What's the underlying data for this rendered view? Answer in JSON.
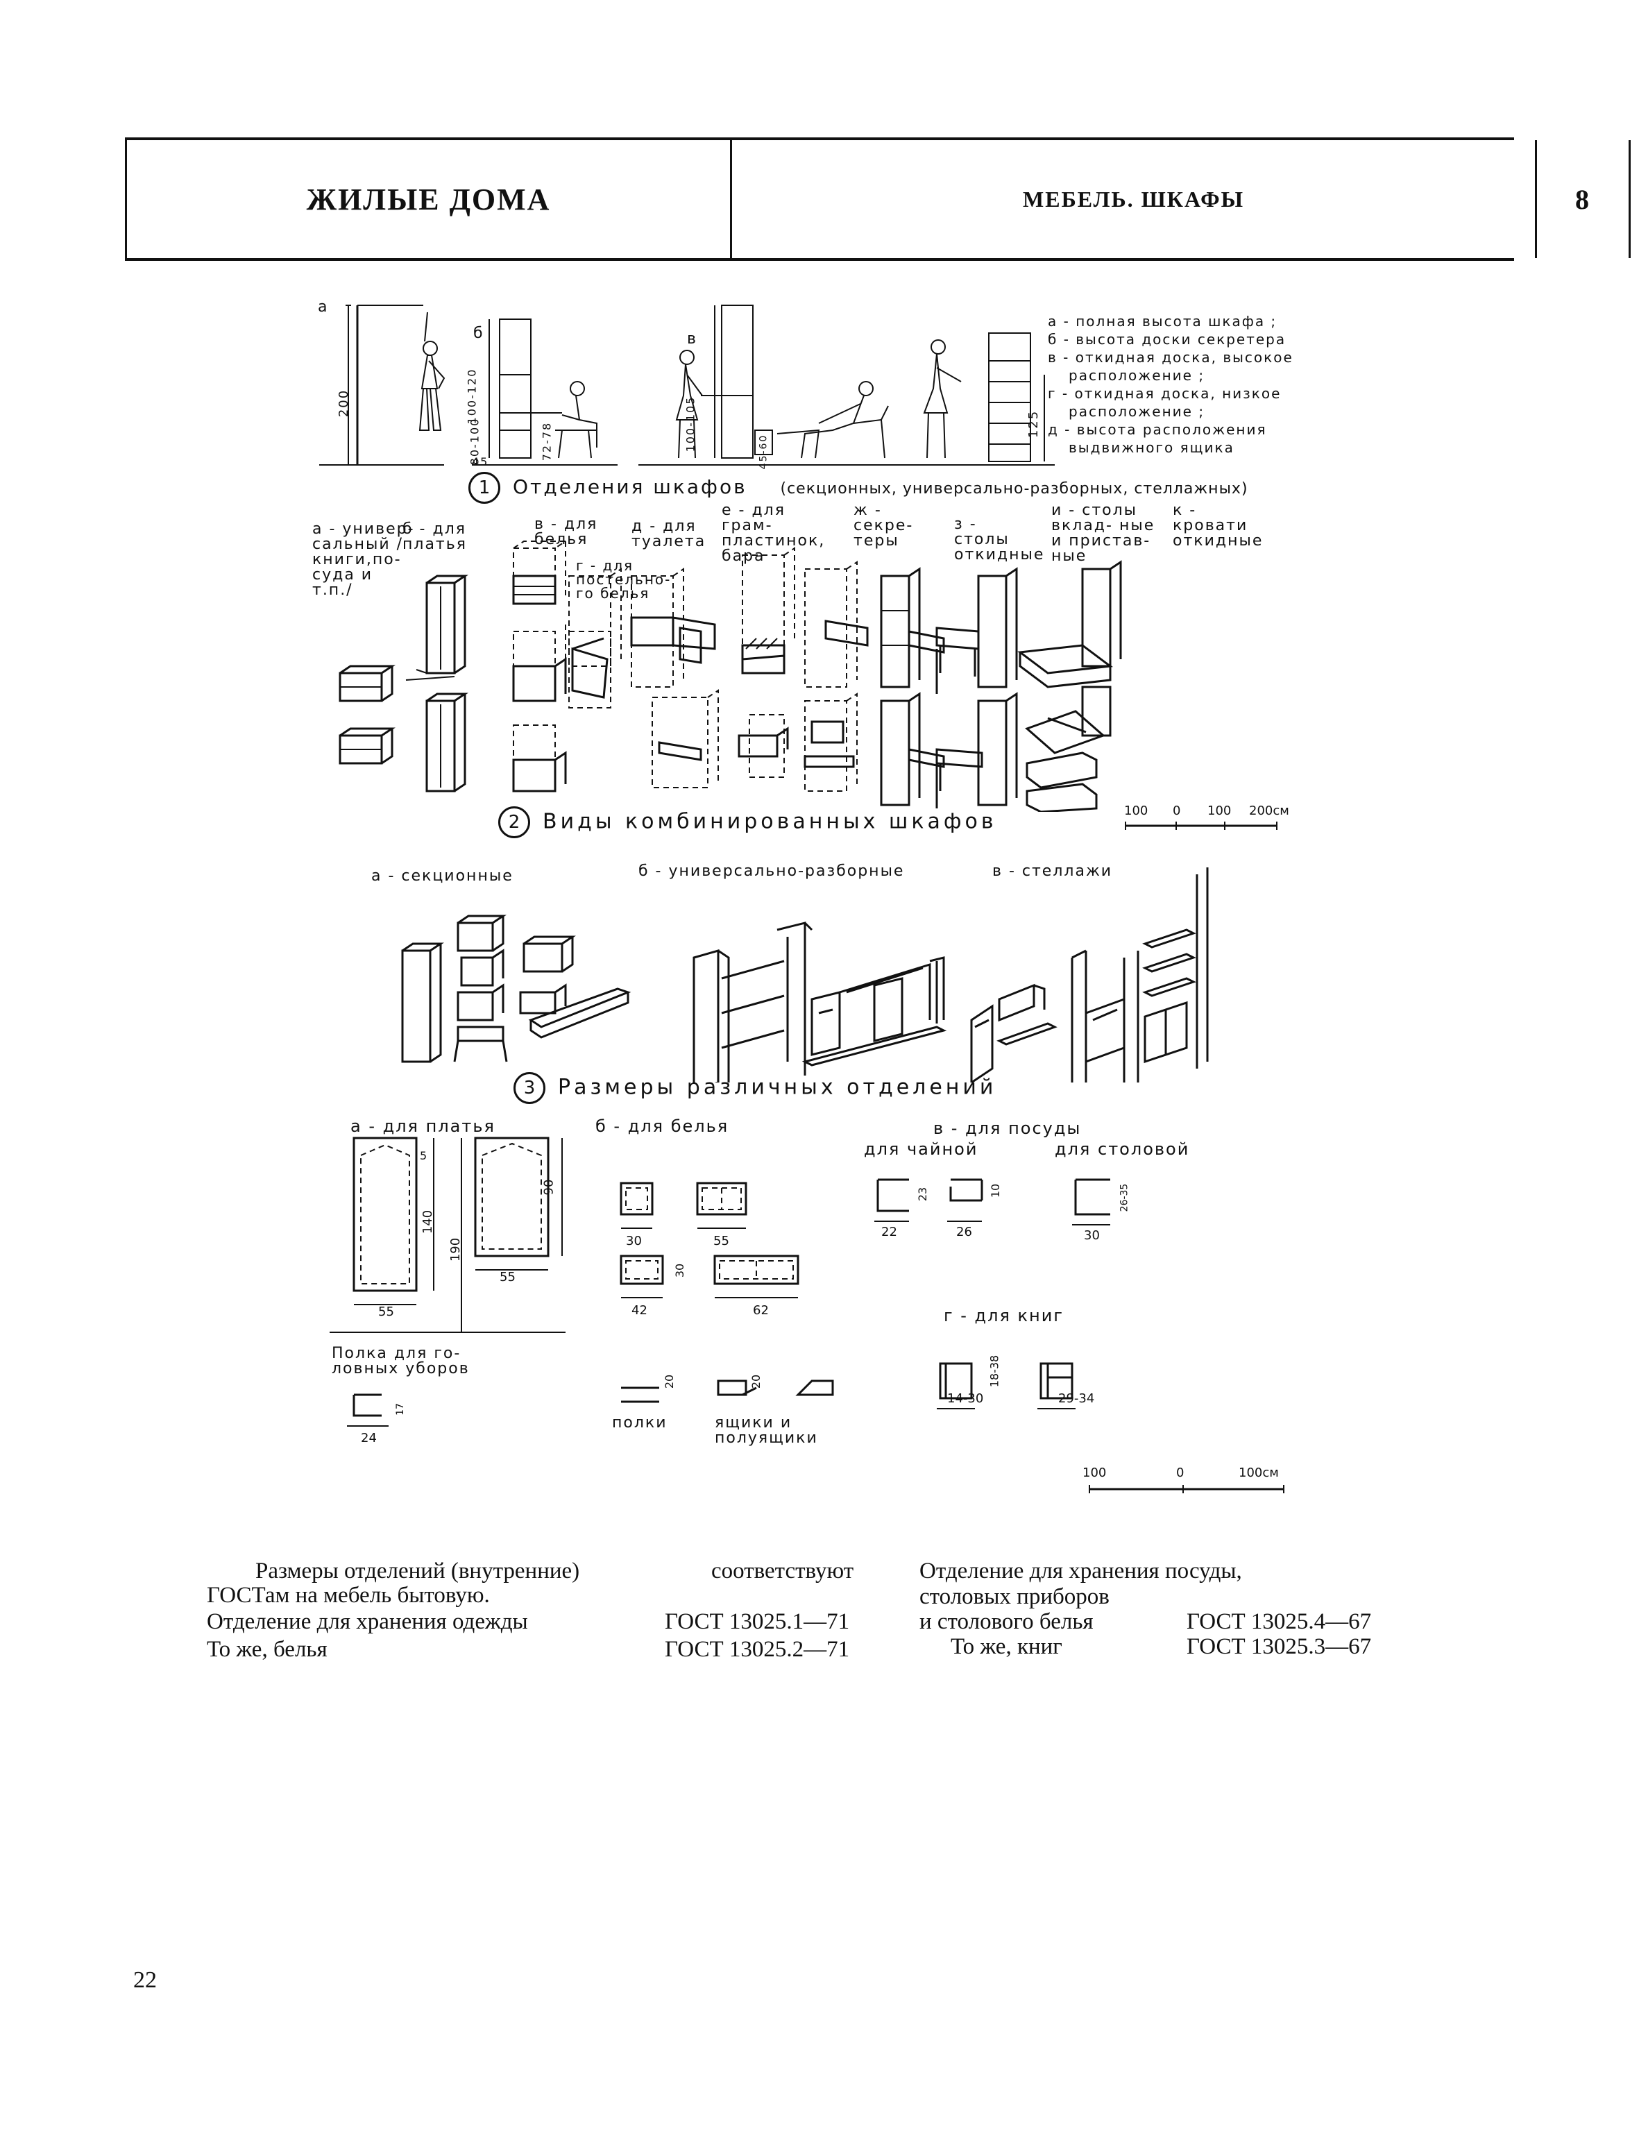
{
  "header": {
    "section": "ЖИЛЫЕ ДОМА",
    "topic": "МЕБЕЛЬ. ШКАФЫ",
    "sheet": "8"
  },
  "figure1": {
    "number": "1",
    "title": "Отделения шкафов",
    "subtitle": "(секционных, универсально-разборных, стеллажных)",
    "letters": [
      "а",
      "б",
      "в"
    ],
    "dims": {
      "a": "200",
      "b1": "100-120",
      "b2": "80-100",
      "b3": "45",
      "b4": "72-78",
      "v": "100-105",
      "g": "45-60",
      "d": "125"
    },
    "legend": [
      "а - полная высота шкафа ;",
      "б - высота доски секретера",
      "в - откидная доска, высокое",
      "расположение ;",
      "г - откидная доска, низкое",
      "расположение ;",
      "д - высота расположения",
      "выдвижного ящика"
    ]
  },
  "figure2": {
    "number": "2",
    "title": "Виды комбинированных шкафов",
    "labels": {
      "a": "а - универ- сальный /книги,по- суда и т.п./",
      "b": "б - для платья",
      "v": "в - для белья",
      "g": "г - для постельно- го белья",
      "d": "д - для туалета",
      "e": "е - для грам- пластинок, бара",
      "zh": "ж - секре- теры",
      "z": "з - столы откидные",
      "i": "и - столы вклад- ные и пристав- ные",
      "k": "к - кровати откидные"
    },
    "scale": [
      "100",
      "0",
      "100",
      "200см"
    ]
  },
  "figure3": {
    "types": [
      "а - секционные",
      "б - универсально-разборные",
      "в - стеллажи"
    ]
  },
  "figure4": {
    "number": "3",
    "title": "Размеры различных отделений",
    "a_title": "а - для платья",
    "b_title": "б - для белья",
    "v_title": "в - для посуды",
    "v_sub1": "для чайной",
    "v_sub2": "для столовой",
    "g_title": "г - для книг",
    "hat_shelf": "Полка для го- ловных уборов",
    "shelves": "полки",
    "drawers": "ящики и полуящики",
    "dims": {
      "a1": "140",
      "a2": "190",
      "a3": "90",
      "a4": "55",
      "a5": "55",
      "a6": "5",
      "b1": "30",
      "b2": "55",
      "b3": "42",
      "b4": "62",
      "b5": "30",
      "b6": "20",
      "b7": "20",
      "v1": "23",
      "v2": "22",
      "v3": "10",
      "v4": "26",
      "v5": "26-35",
      "v6": "30",
      "g1": "18-38",
      "g2": "14-30",
      "g3": "29-34",
      "hat1": "24",
      "hat2": "17"
    },
    "scale": [
      "100",
      "0",
      "100см"
    ]
  },
  "footnote": {
    "intro_left": "Размеры отделений (внутренние)",
    "intro_right": "соответствуют",
    "intro2": "ГОСТам на мебель бытовую.",
    "rows_left": [
      {
        "label": "Отделение для хранения одежды",
        "code": "ГОСТ 13025.1—71"
      },
      {
        "label": "То же, белья",
        "code": "ГОСТ 13025.2—71"
      }
    ],
    "right_lines": [
      "Отделение для хранения посуды,",
      "столовых приборов"
    ],
    "rows_right": [
      {
        "label": "и столового белья",
        "code": "ГОСТ 13025.4—67"
      },
      {
        "label": "То же, книг",
        "code": "ГОСТ 13025.3—67"
      }
    ]
  },
  "page_number": "22"
}
